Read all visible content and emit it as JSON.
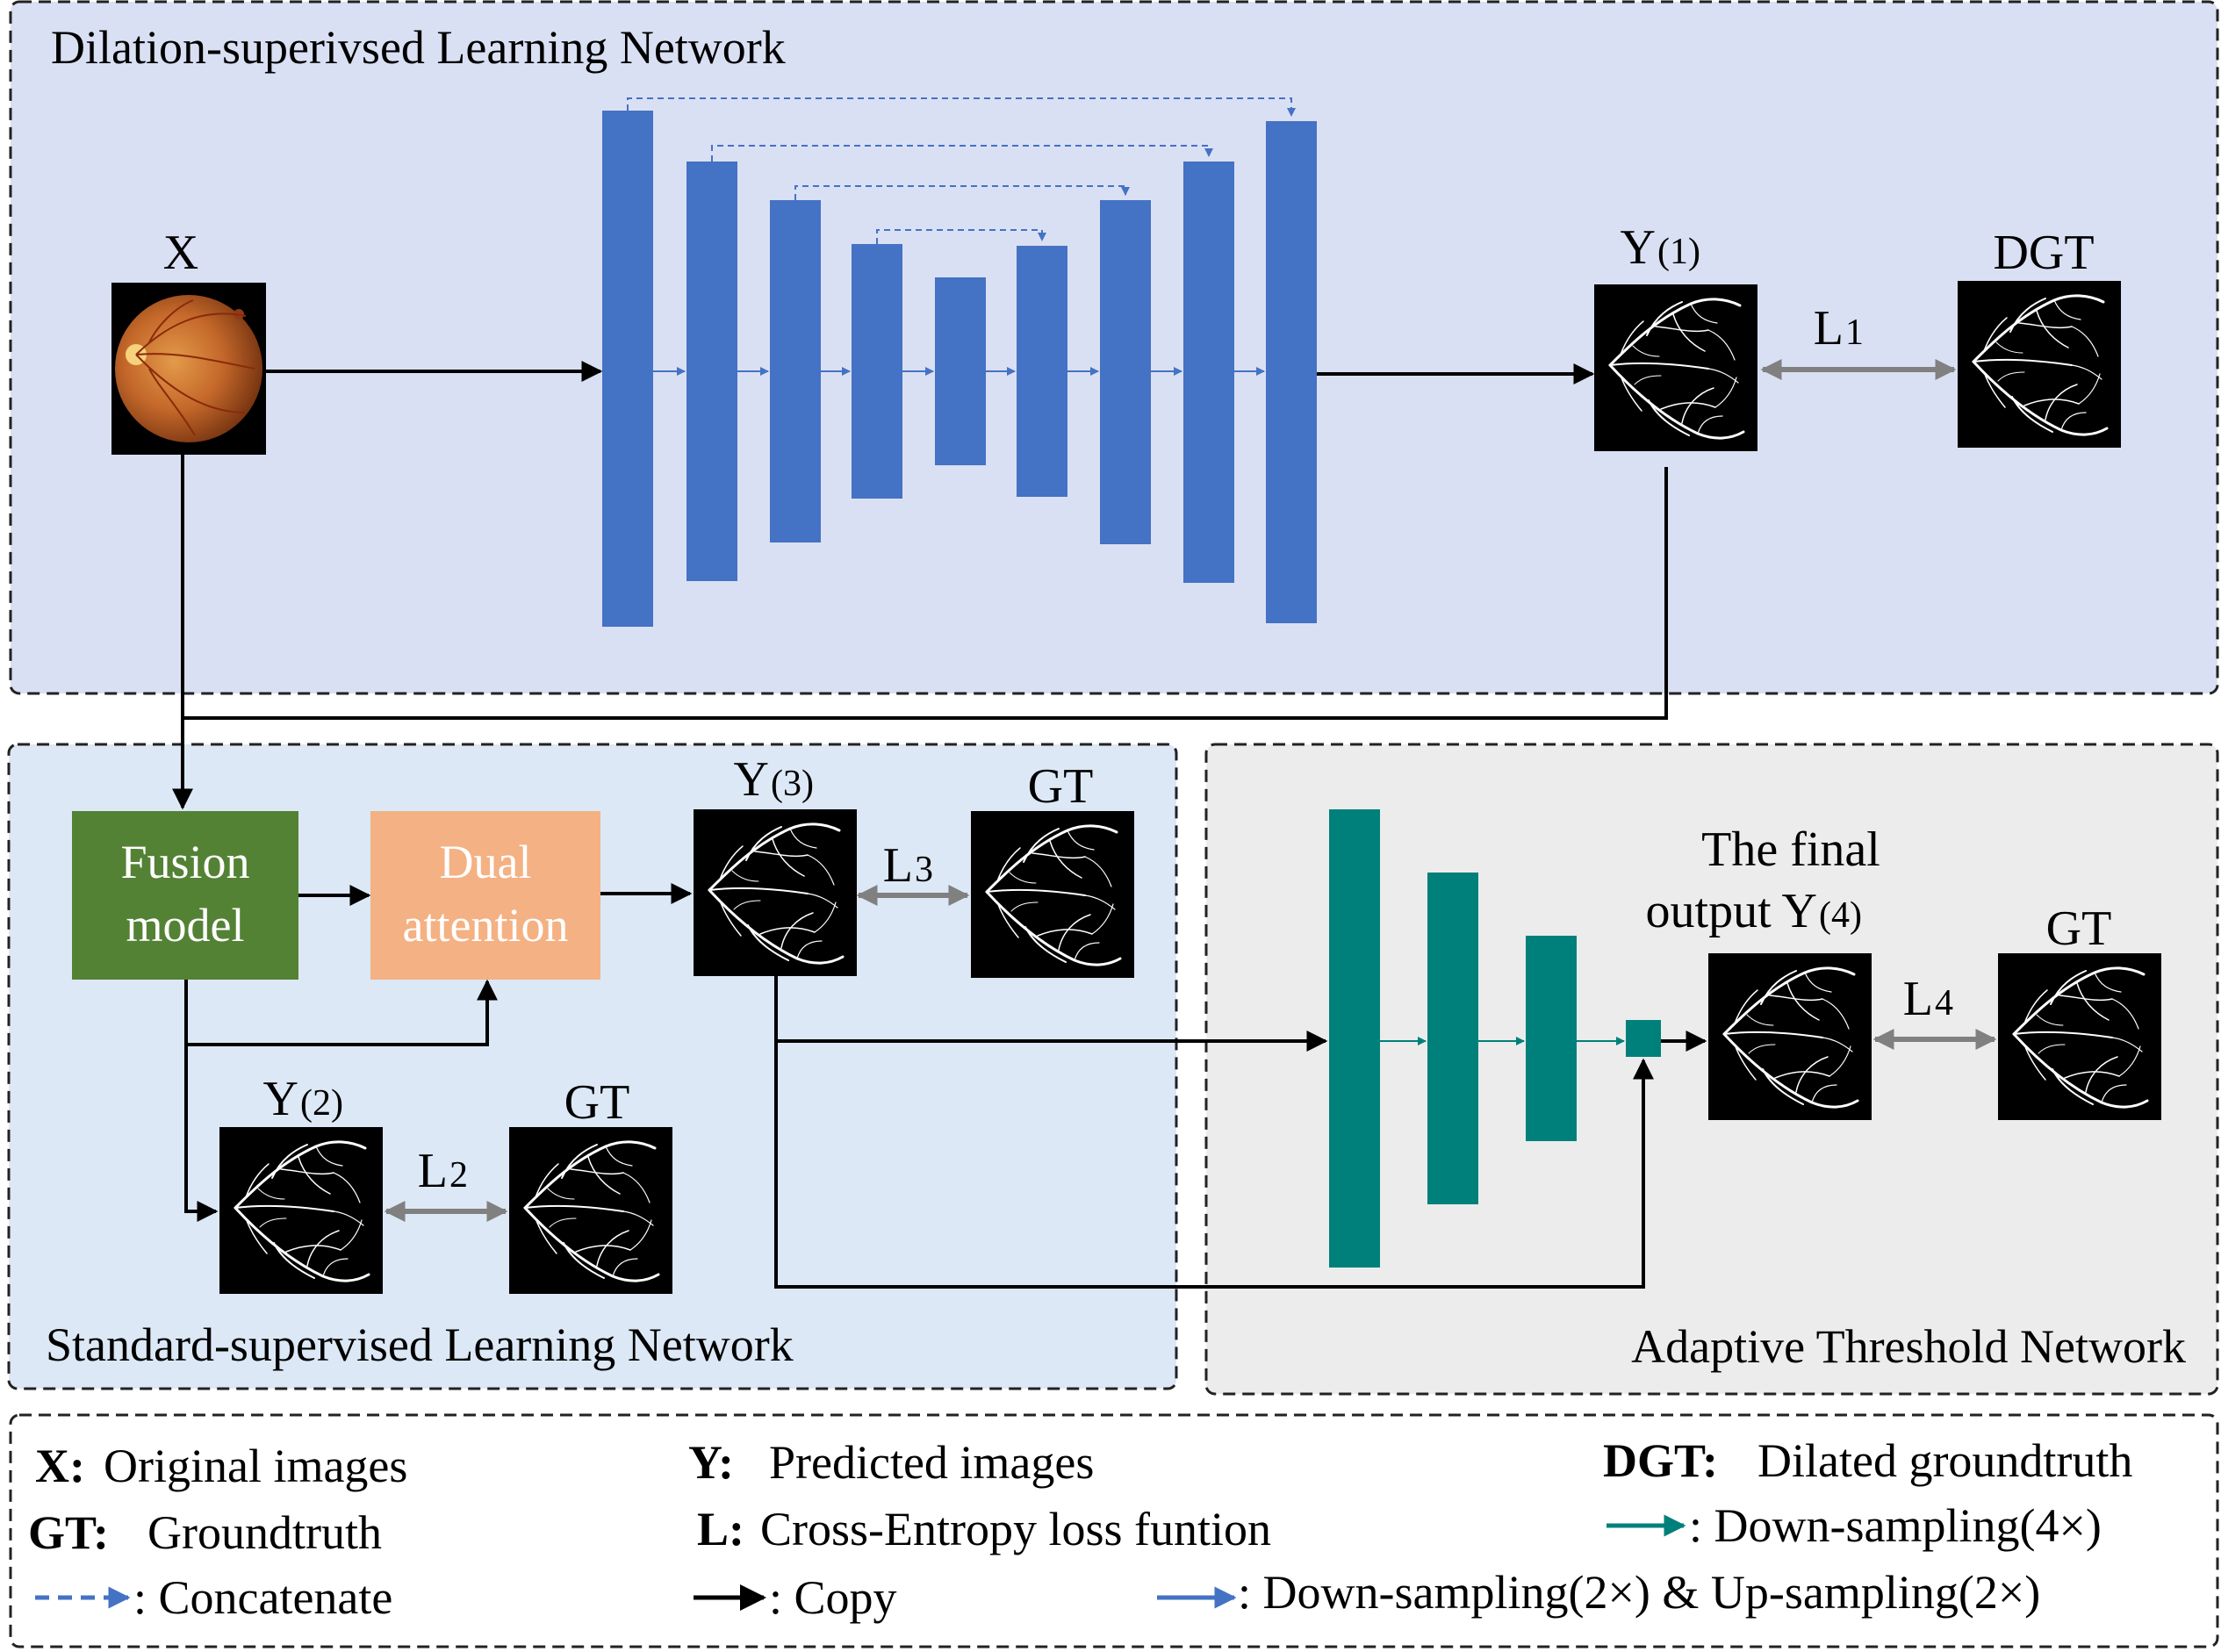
{
  "panels": {
    "dilation": "Dilation-superivsed Learning Network",
    "standard": "Standard-supervised Learning Network",
    "adaptive": "Adaptive Threshold Network"
  },
  "labels": {
    "x": "X",
    "y": "Y",
    "y1_sub": "(1)",
    "y2_sub": "(2)",
    "y3_sub": "(3)",
    "y4_sub": "(4)",
    "dgt": "DGT",
    "gt": "GT",
    "l": "L",
    "l1_sub": "1",
    "l2_sub": "2",
    "l3_sub": "3",
    "l4_sub": "4",
    "final_line1": "The final",
    "final_line2": "output Y"
  },
  "boxes": {
    "fusion_line1": "Fusion",
    "fusion_line2": "model",
    "dual_line1": "Dual",
    "dual_line2": "attention"
  },
  "legend": {
    "x_key": "X:",
    "x_desc": "Original images",
    "gt_key": "GT:",
    "gt_desc": "Groundtruth",
    "concat_desc": ":  Concatenate",
    "y_key": "Y:",
    "y_desc": "Predicted images",
    "l_key": "L:",
    "l_desc": "Cross-Entropy loss funtion",
    "copy_desc": ":  Copy",
    "dgt_key": "DGT:",
    "dgt_desc": "Dilated groundtruth",
    "down4_desc": ":  Down-sampling(4×)",
    "downup_desc": ":  Down-sampling(2×) & Up-sampling(2×)"
  },
  "colors": {
    "unet_blue": "#4472c4",
    "teal": "#00807a",
    "fusion_green": "#548235",
    "dual_orange": "#f4b183",
    "panel_top": "#dae0f3",
    "panel_left": "#dce8f5",
    "panel_right": "#ececec"
  }
}
